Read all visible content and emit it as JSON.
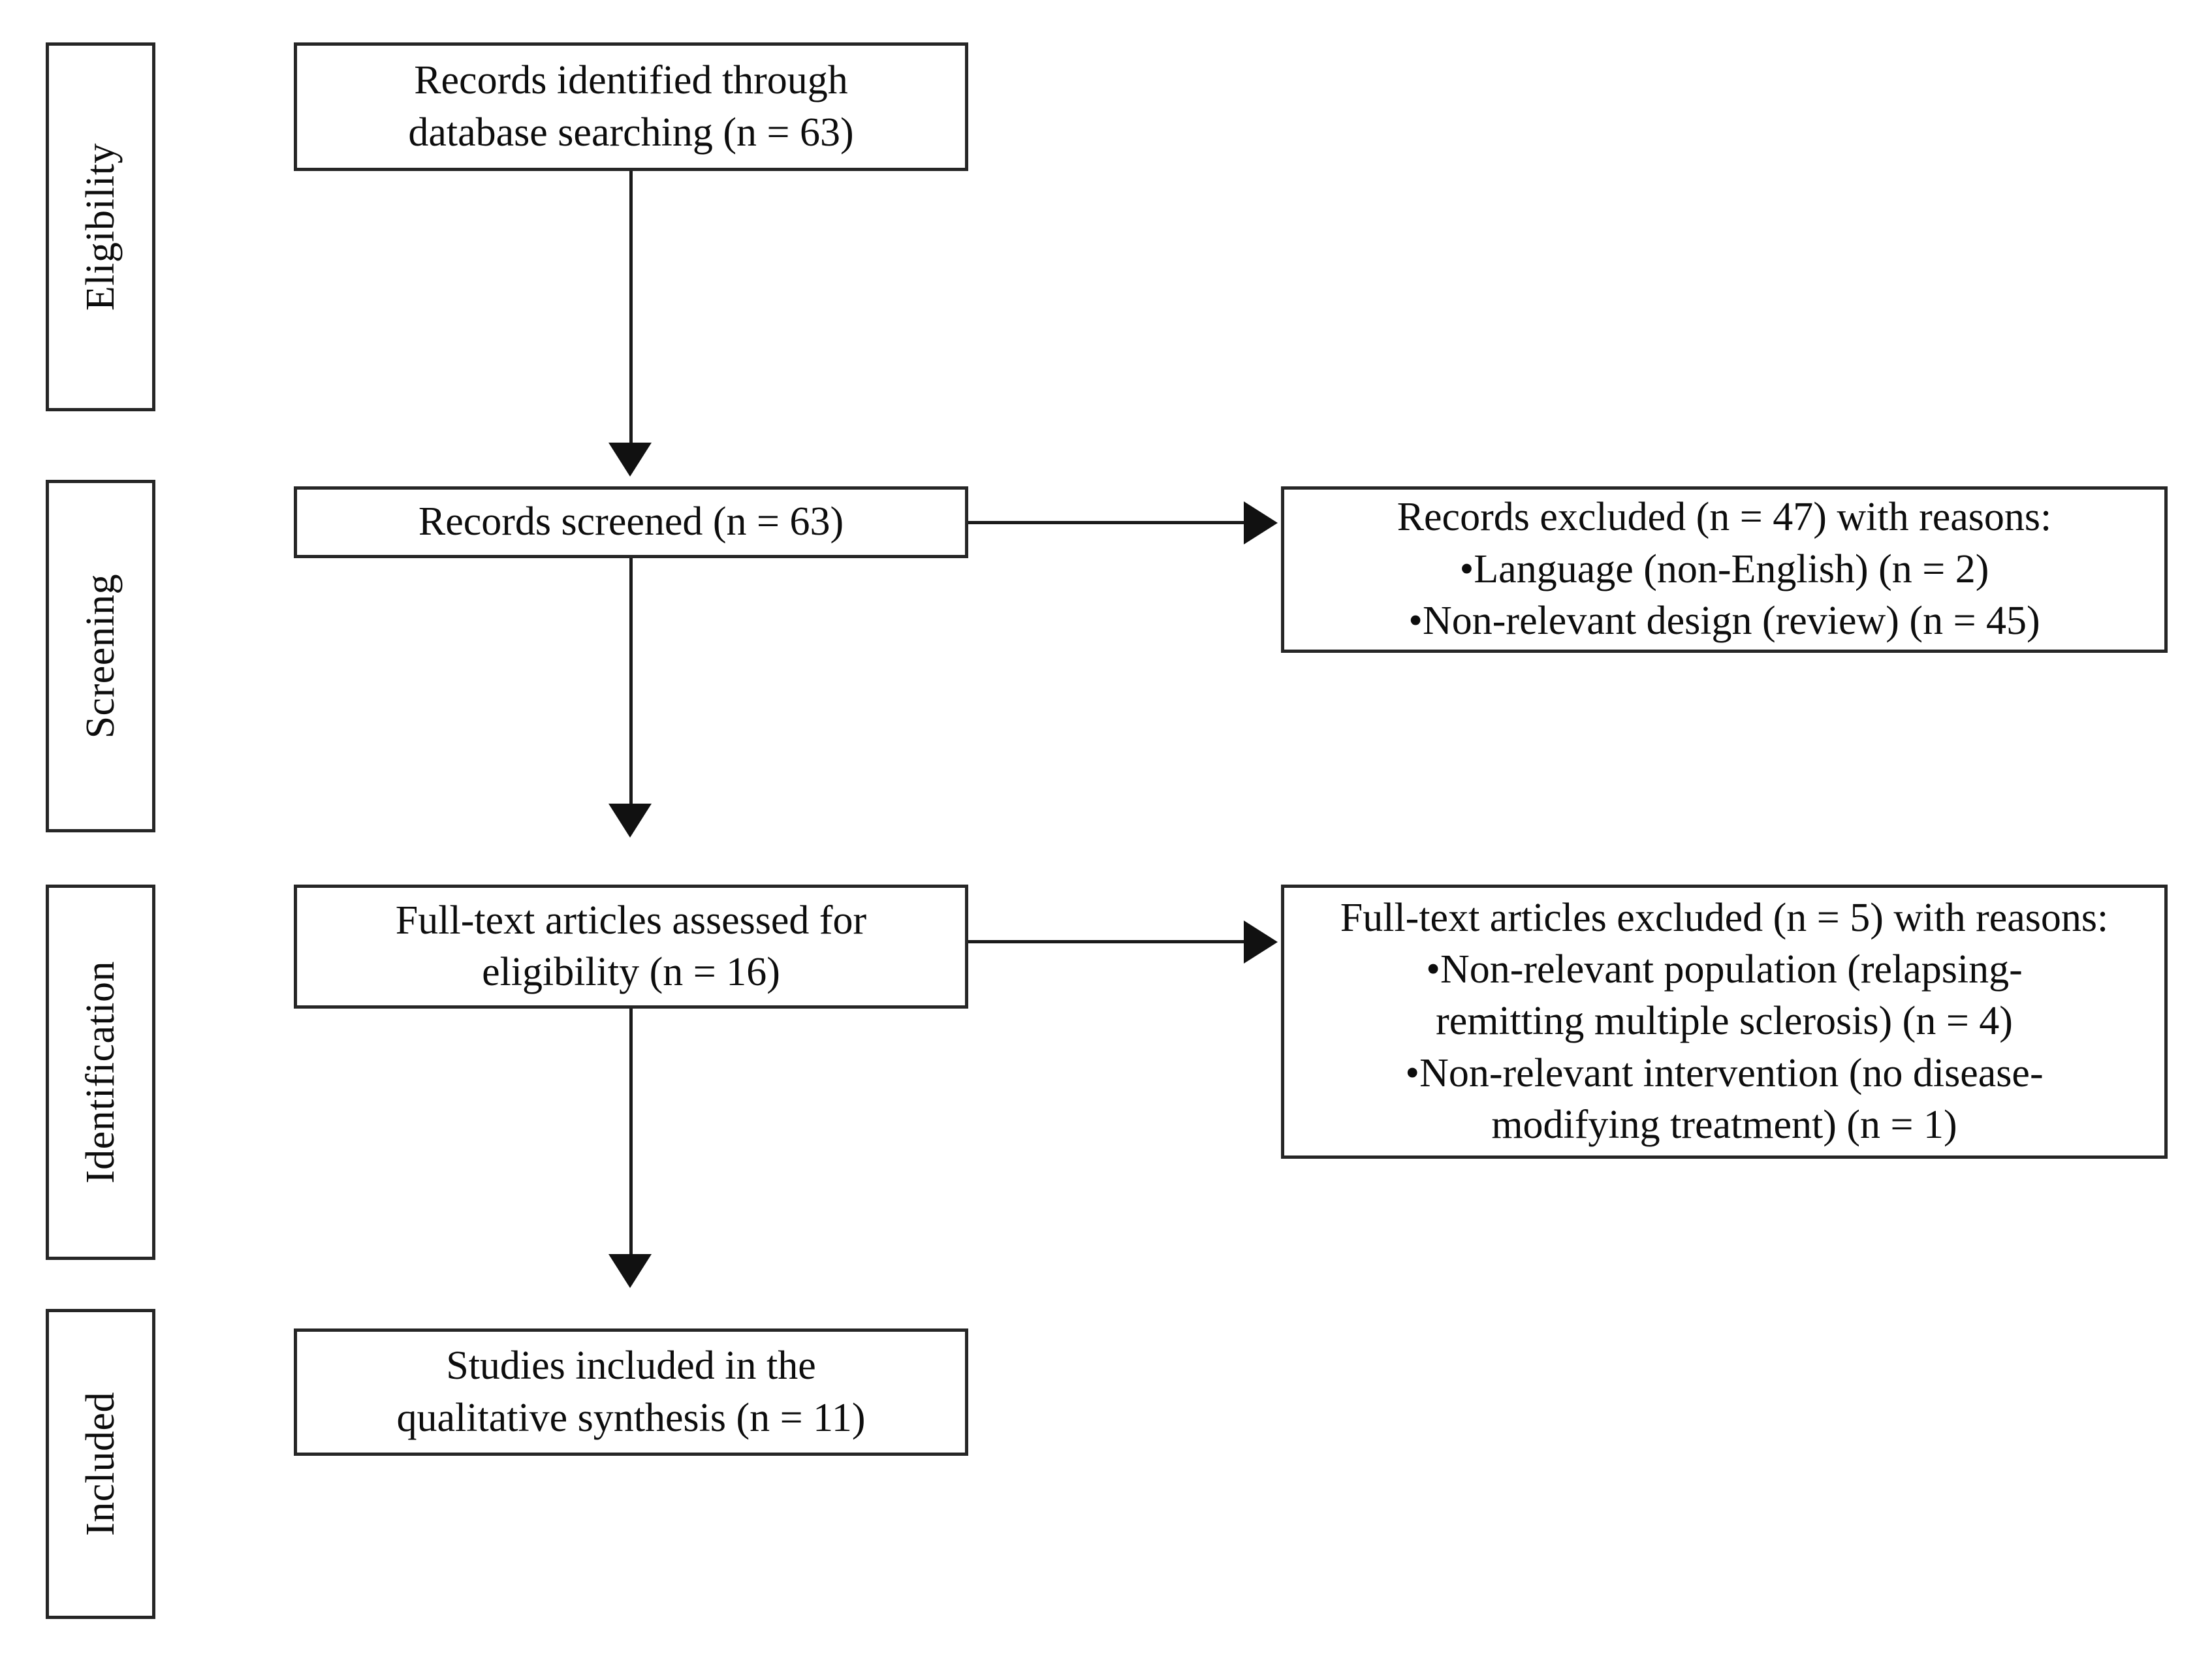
{
  "diagram": {
    "type": "PRISMA flow diagram",
    "stages": [
      {
        "id": "eligibility",
        "label": "Eligibility"
      },
      {
        "id": "screening",
        "label": "Screening"
      },
      {
        "id": "identification",
        "label": "Identification"
      },
      {
        "id": "included",
        "label": "Included"
      }
    ],
    "flow_boxes": [
      {
        "id": "records-identified",
        "lines": [
          "Records identified through",
          "database searching (n = 63)"
        ]
      },
      {
        "id": "records-screened",
        "lines": [
          "Records screened (n = 63)"
        ]
      },
      {
        "id": "fulltext-assessed",
        "lines": [
          "Full-text articles assessed for",
          "eligibility (n = 16)"
        ]
      },
      {
        "id": "studies-included",
        "lines": [
          "Studies included in the",
          "qualitative synthesis (n = 11)"
        ]
      }
    ],
    "exclusion_boxes": [
      {
        "id": "records-excluded",
        "heading": "Records excluded (n = 47) with reasons:",
        "bullets": [
          "Language (non-English) (n = 2)",
          "Non-relevant design (review) (n = 45)"
        ],
        "bullet_glyph": "•"
      },
      {
        "id": "fulltext-excluded",
        "heading": "Full-text articles excluded (n = 5) with reasons:",
        "bullets": [
          "Non-relevant population (relapsing-\nremitting multiple sclerosis) (n = 4)",
          "Non-relevant intervention (no disease-\nmodifying treatment) (n = 1)"
        ],
        "bullet_glyph": "•"
      }
    ],
    "counts": {
      "records_identified": 63,
      "records_screened": 63,
      "records_excluded": 47,
      "records_excluded_language": 2,
      "records_excluded_design": 45,
      "fulltext_assessed": 16,
      "fulltext_excluded": 5,
      "fulltext_excluded_population": 4,
      "fulltext_excluded_intervention": 1,
      "studies_included": 11
    },
    "colors": {
      "border": "#262626",
      "connector": "#1a1a1a",
      "text": "#0d0d0d",
      "background": "#ffffff"
    }
  }
}
